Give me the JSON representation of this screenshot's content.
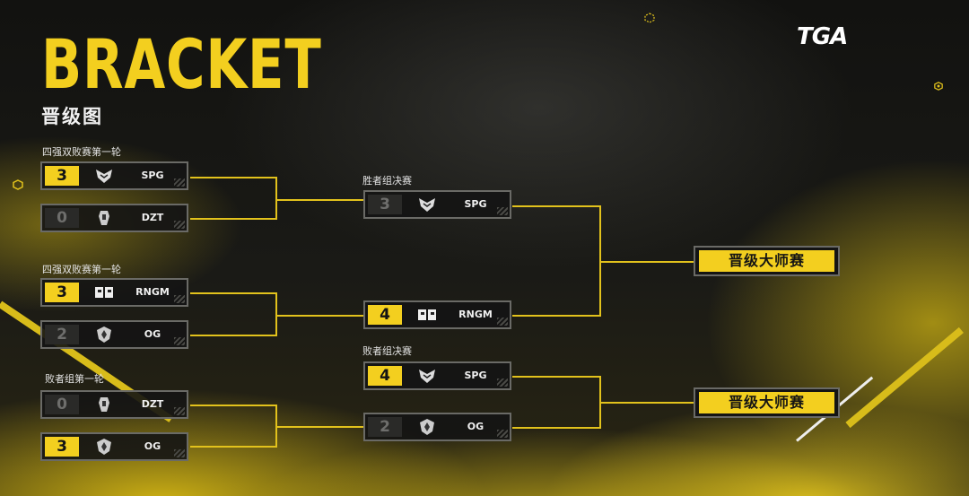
{
  "header": {
    "title": "BRACKET",
    "subtitle": "晋级图",
    "brand_logo": "TGA"
  },
  "colors": {
    "accent": "#f3cf1f",
    "line": "#e2c21c",
    "box_bg": "#141414",
    "box_border": "#6a6a66"
  },
  "rounds": {
    "upper_r1_a": "四强双败赛第一轮",
    "upper_r1_b": "四强双败赛第一轮",
    "lower_r1": "败者组第一轮",
    "upper_final": "胜者组决赛",
    "lower_final": "败者组决赛"
  },
  "matches": {
    "m1": {
      "team1": {
        "score": "3",
        "name": "SPG",
        "icon": "spg-logo-icon",
        "winner": true
      },
      "team2": {
        "score": "0",
        "name": "DZT",
        "icon": "dzt-logo-icon",
        "winner": false
      }
    },
    "m2": {
      "team1": {
        "score": "3",
        "name": "RNGM",
        "icon": "rngm-logo-icon",
        "winner": true
      },
      "team2": {
        "score": "2",
        "name": "OG",
        "icon": "og-logo-icon",
        "winner": false
      }
    },
    "m3": {
      "team1": {
        "score": "0",
        "name": "DZT",
        "icon": "dzt-logo-icon",
        "winner": false
      },
      "team2": {
        "score": "3",
        "name": "OG",
        "icon": "og-logo-icon",
        "winner": true
      }
    },
    "upper_final": {
      "team1": {
        "score": "3",
        "name": "SPG",
        "icon": "spg-logo-icon",
        "winner": false
      },
      "team2": {
        "score": "4",
        "name": "RNGM",
        "icon": "rngm-logo-icon",
        "winner": true
      }
    },
    "lower_final": {
      "team1": {
        "score": "4",
        "name": "SPG",
        "icon": "spg-logo-icon",
        "winner": true
      },
      "team2": {
        "score": "2",
        "name": "OG",
        "icon": "og-logo-icon",
        "winner": false
      }
    }
  },
  "results": {
    "advance_1": "晋级大师赛",
    "advance_2": "晋级大师赛"
  }
}
